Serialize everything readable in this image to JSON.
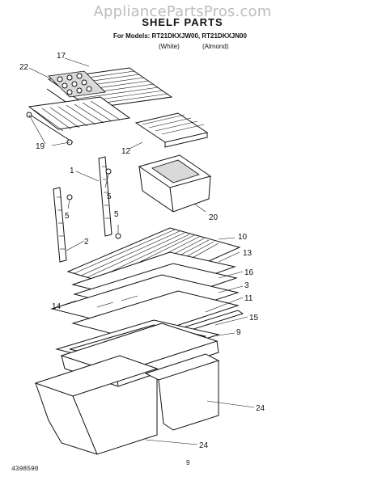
{
  "header": {
    "watermark": "AppliancePartsPros.com",
    "title": "SHELF PARTS",
    "models_line": "For Models: RT21DKXJW00, RT21DKXJN00",
    "variant_left": "(White)",
    "variant_right": "(Almond)"
  },
  "footer": {
    "doc_number": "4398590",
    "page_number": "9"
  },
  "callouts": {
    "c17": "17",
    "c22": "22",
    "c19": "19",
    "c12": "12",
    "c1": "1",
    "c5a": "5",
    "c5b": "5",
    "c5c": "5",
    "c20": "20",
    "c2": "2",
    "c10": "10",
    "c13": "13",
    "c16": "16",
    "c3": "3",
    "c14": "14",
    "c11": "11",
    "c15": "15",
    "c9": "9",
    "c24a": "24",
    "c24b": "24"
  }
}
